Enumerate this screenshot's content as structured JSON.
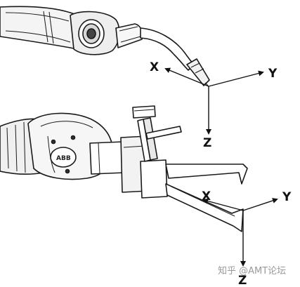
{
  "diagram": {
    "axis_labels": {
      "torch_x": "X",
      "torch_y": "Y",
      "torch_z": "Z",
      "tool_x": "X",
      "tool_y": "Y",
      "tool_z": "Z"
    },
    "brand_logo": "ABB",
    "watermark": "知乎 @AMT论坛"
  }
}
